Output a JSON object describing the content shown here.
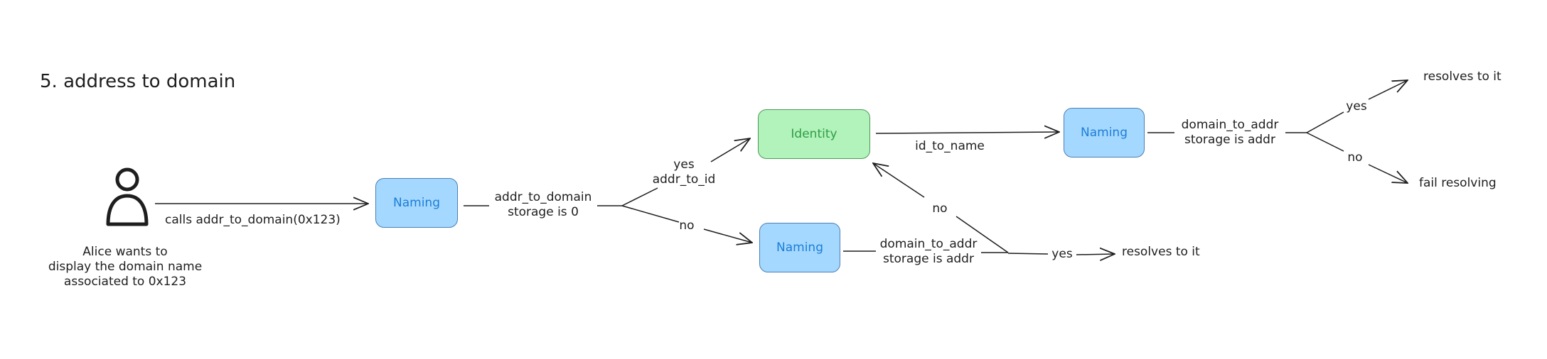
{
  "title": "5. address to domain",
  "actor": {
    "caption_lines": [
      "Alice wants to",
      "display the domain name",
      "associated to 0x123"
    ]
  },
  "nodes": {
    "naming_1": "Naming",
    "identity": "Identity",
    "naming_2": "Naming",
    "naming_3": "Naming"
  },
  "labels": {
    "calls": "calls addr_to_domain(0x123)",
    "check1_line1": "addr_to_domain",
    "check1_line2": "storage is 0",
    "yes_1": "yes",
    "addr_to_id": "addr_to_id",
    "no_1": "no",
    "id_to_name": "id_to_name",
    "check2_line1": "domain_to_addr",
    "check2_line2": "storage is addr",
    "yes_2": "yes",
    "no_2": "no",
    "resolves_top": "resolves to it",
    "fail_resolving": "fail resolving",
    "check3_line1": "domain_to_addr",
    "check3_line2": "storage is addr",
    "no_3": "no",
    "yes_3": "yes",
    "resolves_bottom": "resolves to it"
  },
  "colors": {
    "naming_fill": "#a5d8ff",
    "naming_text": "#1c7ed6",
    "identity_fill": "#b2f2bb",
    "identity_text": "#2f9e44",
    "stroke": "#1e1e1e"
  }
}
